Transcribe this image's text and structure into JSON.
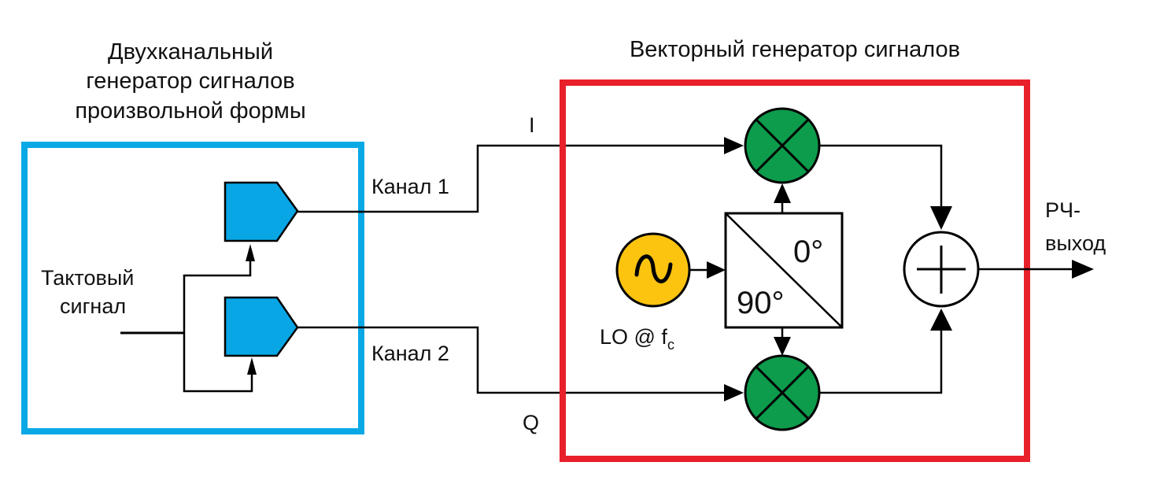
{
  "colors": {
    "awg_box": "#0aa9e6",
    "vsg_box": "#e8202a",
    "dac_fill": "#09a6e6",
    "mixer_fill": "#0d9b4c",
    "lo_fill": "#fcc30f",
    "line": "#000000"
  },
  "awg": {
    "title_lines": [
      "Двухканальный",
      "генератор сигналов",
      "произвольной формы"
    ],
    "clock_label_lines": [
      "Тактовый",
      "сигнал"
    ],
    "dacs": [
      {
        "name": "dac-channel-1"
      },
      {
        "name": "dac-channel-2"
      }
    ]
  },
  "links": {
    "channel1_label": "Канал 1",
    "channel2_label": "Канал 2",
    "i_label": "I",
    "q_label": "Q"
  },
  "vsg": {
    "title": "Векторный генератор сигналов",
    "lo_label": "LO @ f",
    "lo_subscript": "c",
    "phase_0_label": "0°",
    "phase_90_label": "90°",
    "lo_icon": "sine-wave-icon",
    "mixer_icon": "multiply-x-icon",
    "summer_icon": "plus-icon"
  },
  "output": {
    "label_lines": [
      "РЧ-",
      "выход"
    ]
  }
}
